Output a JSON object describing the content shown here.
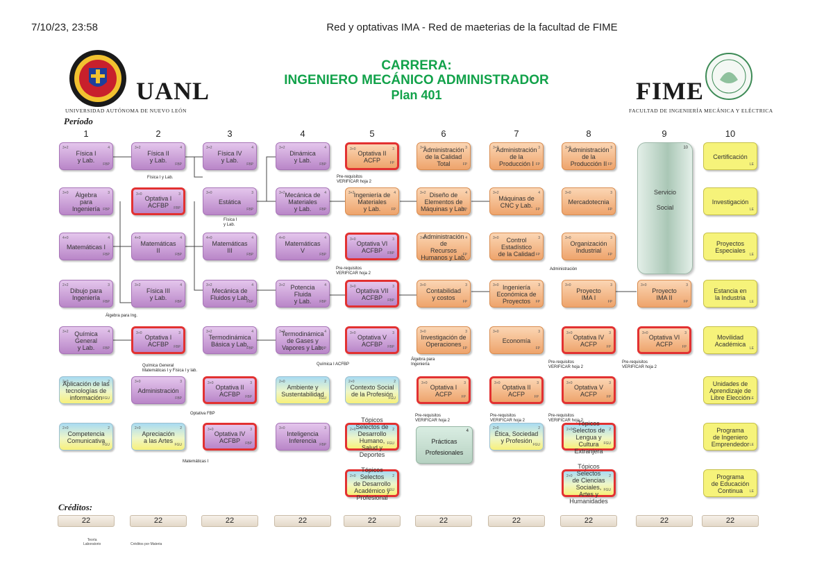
{
  "header": {
    "date": "7/10/23, 23:58",
    "title": "Red y optativas IMA - Red de maeterias de la facultad de FIME"
  },
  "career": {
    "line1": "CARRERA:",
    "line2": "INGENIERO MECÁNICO ADMINISTRADOR",
    "line3": "Plan 401"
  },
  "logos": {
    "left": {
      "word": "UANL",
      "sub": "UNIVERSIDAD AUTÓNOMA DE NUEVO LEÓN"
    },
    "right": {
      "word": "FIME",
      "sub": "FACULTAD DE INGENIERÍA MECÁNICA Y ELÉCTRICA"
    }
  },
  "labels": {
    "periodo": "Período",
    "creditos": "Créditos:"
  },
  "columns": [
    "1",
    "2",
    "3",
    "4",
    "5",
    "6",
    "7",
    "8",
    "9",
    "10"
  ],
  "subjects": [
    {
      "id": "c1-1",
      "text": "Física I\ny Lab.",
      "color": "purple",
      "code": "3+2",
      "cred": "4",
      "area": "FBP",
      "red": false
    },
    {
      "id": "c1-2",
      "text": "Álgebra\npara\nIngeniería",
      "color": "purple",
      "code": "3+0",
      "cred": "3",
      "area": "FBP",
      "red": false
    },
    {
      "id": "c1-3",
      "text": "Matemáticas I",
      "color": "purple",
      "code": "4+0",
      "cred": "4",
      "area": "FBP",
      "red": false
    },
    {
      "id": "c1-4",
      "text": "Dibujo para\nIngeniería",
      "color": "purple",
      "code": "2+2",
      "cred": "3",
      "area": "FBP",
      "red": false
    },
    {
      "id": "c1-5",
      "text": "Química\nGeneral\ny Lab.",
      "color": "purple",
      "code": "3+2",
      "cred": "4",
      "area": "FBP",
      "red": false
    },
    {
      "id": "c1-6",
      "text": "Aplicación de las\ntecnologías de\ninformación",
      "color": "yblue",
      "code": "2+0",
      "cred": "2",
      "area": "FGU",
      "red": false
    },
    {
      "id": "c1-7",
      "text": "Competencia\nComunicativa",
      "color": "yblue",
      "code": "2+0",
      "cred": "2",
      "area": "FGU",
      "red": false
    },
    {
      "id": "c2-1",
      "text": "Física II\ny Lab.",
      "color": "purple",
      "code": "3+2",
      "cred": "4",
      "area": "FBP",
      "red": false
    },
    {
      "id": "c2-2",
      "text": "Optativa I\nACFBP",
      "color": "purple",
      "code": "3+0",
      "cred": "3",
      "area": "FBP",
      "red": true
    },
    {
      "id": "c2-3",
      "text": "Matemáticas\nII",
      "color": "purple",
      "code": "4+0",
      "cred": "4",
      "area": "FBP",
      "red": false
    },
    {
      "id": "c2-4",
      "text": "Física III\ny Lab.",
      "color": "purple",
      "code": "3+2",
      "cred": "4",
      "area": "FBP",
      "red": false
    },
    {
      "id": "c2-5",
      "text": "Optativa I\nACFBP",
      "color": "purple",
      "code": "3+0",
      "cred": "3",
      "area": "FBP",
      "red": true
    },
    {
      "id": "c2-6",
      "text": "Administración",
      "color": "purple",
      "code": "3+0",
      "cred": "3",
      "area": "FBP",
      "red": false
    },
    {
      "id": "c2-7",
      "text": "Apreciación\na las Artes",
      "color": "yblue",
      "code": "2+0",
      "cred": "2",
      "area": "FGU",
      "red": false
    },
    {
      "id": "c3-1",
      "text": "Física IV\ny Lab.",
      "color": "purple",
      "code": "3+2",
      "cred": "4",
      "area": "FBP",
      "red": false
    },
    {
      "id": "c3-2",
      "text": "Estática",
      "color": "purple",
      "code": "3+0",
      "cred": "3",
      "area": "FBP",
      "red": false
    },
    {
      "id": "c3-3",
      "text": "Matemáticas\nIII",
      "color": "purple",
      "code": "4+0",
      "cred": "4",
      "area": "FBP",
      "red": false
    },
    {
      "id": "c3-4",
      "text": "Mecánica de\nFluidos y Lab.",
      "color": "purple",
      "code": "3+2",
      "cred": "4",
      "area": "FBP",
      "red": false
    },
    {
      "id": "c3-5",
      "text": "Termodinámica\nBásica y Lab.",
      "color": "purple",
      "code": "3+2",
      "cred": "4",
      "area": "FBP",
      "red": false
    },
    {
      "id": "c3-6",
      "text": "Optativa II\nACFBP",
      "color": "purple",
      "code": "3+0",
      "cred": "3",
      "area": "FBP",
      "red": true
    },
    {
      "id": "c3-7",
      "text": "Optativa IV\nACFBP",
      "color": "purple",
      "code": "3+0",
      "cred": "3",
      "area": "FBP",
      "red": true
    },
    {
      "id": "c4-1",
      "text": "Dinámica\ny Lab.",
      "color": "purple",
      "code": "3+2",
      "cred": "4",
      "area": "FBP",
      "red": false
    },
    {
      "id": "c4-2",
      "text": "Mecánica de\nMateriales\ny Lab.",
      "color": "purple",
      "code": "3+2",
      "cred": "4",
      "area": "FBP",
      "red": false
    },
    {
      "id": "c4-3",
      "text": "Matemáticas\nV",
      "color": "purple",
      "code": "4+0",
      "cred": "4",
      "area": "FBP",
      "red": false
    },
    {
      "id": "c4-4",
      "text": "Potencia\nFluida\ny Lab.",
      "color": "purple",
      "code": "3+2",
      "cred": "4",
      "area": "FBP",
      "red": false
    },
    {
      "id": "c4-5",
      "text": "Termodinámica\nde Gases y\nVapores y Lab.",
      "color": "purple",
      "code": "3+2",
      "cred": "4",
      "area": "FBP",
      "red": false
    },
    {
      "id": "c4-6",
      "text": "Ambiente y\nSustentabilidad",
      "color": "yblue",
      "code": "2+0",
      "cred": "2",
      "area": "FGU",
      "red": false
    },
    {
      "id": "c4-7",
      "text": "Inteligencia\nInferencia",
      "color": "purple",
      "code": "3+0",
      "cred": "3",
      "area": "FBP",
      "red": false
    },
    {
      "id": "c5-1",
      "text": "Optativa II\nACFP",
      "color": "orange",
      "code": "3+0",
      "cred": "3",
      "area": "FP",
      "red": true
    },
    {
      "id": "c5-2",
      "text": "Ingeniería de\nMateriales\ny Lab.",
      "color": "orange",
      "code": "3+2",
      "cred": "4",
      "area": "FP",
      "red": false
    },
    {
      "id": "c5-3",
      "text": "Optativa VI\nACFBP",
      "color": "purple",
      "code": "3+0",
      "cred": "3",
      "area": "FBP",
      "red": true
    },
    {
      "id": "c5-4",
      "text": "Optativa VII\nACFBP",
      "color": "purple",
      "code": "3+0",
      "cred": "3",
      "area": "FBP",
      "red": true
    },
    {
      "id": "c5-5",
      "text": "Optativa V\nACFBP",
      "color": "purple",
      "code": "3+0",
      "cred": "3",
      "area": "FBP",
      "red": true
    },
    {
      "id": "c5-6",
      "text": "Contexto Social\nde la Profesión",
      "color": "yblue",
      "code": "2+0",
      "cred": "2",
      "area": "FGU",
      "red": false
    },
    {
      "id": "c5-7",
      "text": "Tópicos Selectos de\nDesarrollo Humano,\nSalud y Deportes",
      "color": "yblue",
      "code": "2+0",
      "cred": "2",
      "area": "FGU",
      "red": true
    },
    {
      "id": "c5-8",
      "text": "Tópicos Selectos\nde Desarrollo\nAcadémico y\nProfesional",
      "color": "yblue",
      "code": "2+0",
      "cred": "2",
      "area": "FGU",
      "red": true
    },
    {
      "id": "c6-1",
      "text": "Administración\nde la Calidad\nTotal",
      "color": "orange",
      "code": "3+0",
      "cred": "3",
      "area": "FP",
      "red": false
    },
    {
      "id": "c6-2",
      "text": "Diseño de\nElementos de\nMáquinas y Lab.",
      "color": "orange",
      "code": "3+2",
      "cred": "4",
      "area": "FP",
      "red": false
    },
    {
      "id": "c6-3",
      "text": "Administración de\nRecursos\nHumanos y Lab.",
      "color": "orange",
      "code": "3+2",
      "cred": "4",
      "area": "FP",
      "red": false
    },
    {
      "id": "c6-4",
      "text": "Contabilidad\ny costos",
      "color": "orange",
      "code": "3+0",
      "cred": "3",
      "area": "FP",
      "red": false
    },
    {
      "id": "c6-5",
      "text": "Investigación de\nOperaciones",
      "color": "orange",
      "code": "3+0",
      "cred": "3",
      "area": "FP",
      "red": false
    },
    {
      "id": "c6-6",
      "text": "Optativa I\nACFP",
      "color": "orange",
      "code": "3+0",
      "cred": "3",
      "area": "FP",
      "red": true
    },
    {
      "id": "c7-1",
      "text": "Administración\nde la\nProducción I",
      "color": "orange",
      "code": "3+0",
      "cred": "3",
      "area": "FP",
      "red": false
    },
    {
      "id": "c7-2",
      "text": "Máquinas de\nCNC y Lab.",
      "color": "orange",
      "code": "3+2",
      "cred": "4",
      "area": "FP",
      "red": false
    },
    {
      "id": "c7-3",
      "text": "Control Estadístico\nde la Calidad",
      "color": "orange",
      "code": "3+0",
      "cred": "3",
      "area": "FP",
      "red": false
    },
    {
      "id": "c7-4",
      "text": "Ingeniería\nEconómica de\nProyectos",
      "color": "orange",
      "code": "3+0",
      "cred": "3",
      "area": "FP",
      "red": false
    },
    {
      "id": "c7-5",
      "text": "Economía",
      "color": "orange",
      "code": "3+0",
      "cred": "3",
      "area": "FP",
      "red": false
    },
    {
      "id": "c7-6",
      "text": "Optativa II\nACFP",
      "color": "orange",
      "code": "3+0",
      "cred": "3",
      "area": "FP",
      "red": true
    },
    {
      "id": "c7-7",
      "text": "Ética, Sociedad\ny Profesión",
      "color": "yblue",
      "code": "2+0",
      "cred": "2",
      "area": "FGU",
      "red": false
    },
    {
      "id": "c8-1",
      "text": "Administración\nde la\nProducción II",
      "color": "orange",
      "code": "3+0",
      "cred": "3",
      "area": "FP",
      "red": false
    },
    {
      "id": "c8-2",
      "text": "Mercadotecnia",
      "color": "orange",
      "code": "3+0",
      "cred": "3",
      "area": "FP",
      "red": false
    },
    {
      "id": "c8-3",
      "text": "Organización\nIndustrial",
      "color": "orange",
      "code": "3+0",
      "cred": "3",
      "area": "FP",
      "red": false
    },
    {
      "id": "c8-4",
      "text": "Proyecto\nIMA I",
      "color": "orange",
      "code": "3+0",
      "cred": "3",
      "area": "FP",
      "red": false
    },
    {
      "id": "c8-5",
      "text": "Optativa IV\nACFP",
      "color": "orange",
      "code": "3+0",
      "cred": "3",
      "area": "FP",
      "red": true
    },
    {
      "id": "c8-6",
      "text": "Optativa V\nACFP",
      "color": "orange",
      "code": "3+0",
      "cred": "3",
      "area": "FP",
      "red": true
    },
    {
      "id": "c8-7",
      "text": "Tópicos Selectos de\nLengua y\nCultura Extranjera",
      "color": "yblue",
      "code": "2+0",
      "cred": "2",
      "area": "FGU",
      "red": true
    },
    {
      "id": "c8-8",
      "text": "Tópicos Selectos\nde Ciencias Sociales,\nArtes y Humanidades",
      "color": "yblue",
      "code": "2+0",
      "cred": "2",
      "area": "FGU",
      "red": true
    },
    {
      "id": "c9-1",
      "text": "Proyecto\nIMA II",
      "color": "orange",
      "code": "3+0",
      "cred": "3",
      "area": "FP",
      "red": false
    },
    {
      "id": "c9-2",
      "text": "Optativa VI\nACFP",
      "color": "orange",
      "code": "3+0",
      "cred": "3",
      "area": "FP",
      "red": true
    },
    {
      "id": "c10-1",
      "text": "Certificación",
      "color": "yellow",
      "code": "",
      "cred": "",
      "area": "LE",
      "red": false
    },
    {
      "id": "c10-2",
      "text": "Investigación",
      "color": "yellow",
      "code": "",
      "cred": "",
      "area": "LE",
      "red": false
    },
    {
      "id": "c10-3",
      "text": "Proyectos\nEspeciales",
      "color": "yellow",
      "code": "",
      "cred": "",
      "area": "LE",
      "red": false
    },
    {
      "id": "c10-4",
      "text": "Estancia en\nla Industria",
      "color": "yellow",
      "code": "",
      "cred": "",
      "area": "LE",
      "red": false
    },
    {
      "id": "c10-5",
      "text": "Movilidad\nAcadémica",
      "color": "yellow",
      "code": "",
      "cred": "",
      "area": "LE",
      "red": false
    },
    {
      "id": "c10-6",
      "text": "Unidades de\nAprendizaje de\nLibre Elección",
      "color": "yellow",
      "code": "",
      "cred": "",
      "area": "LE",
      "red": false
    },
    {
      "id": "c10-7",
      "text": "Programa\nde Ingeniero\nEmprendedor",
      "color": "yellow",
      "code": "",
      "cred": "",
      "area": "LE",
      "red": false
    },
    {
      "id": "c10-8",
      "text": "Programa\nde Educación\nContinua",
      "color": "yellow",
      "code": "",
      "cred": "",
      "area": "LE",
      "red": false
    }
  ],
  "service": {
    "line1": "Servicio",
    "line2": "Social",
    "cred": "10"
  },
  "practice": {
    "line1": "Prácticas",
    "line2": "Profesionales",
    "cred": "4"
  },
  "notes": [
    {
      "id": "n1",
      "text": "Física I y Lab."
    },
    {
      "id": "n2",
      "text": "Física I\ny Lab."
    },
    {
      "id": "n3",
      "text": "Pre-requisitos\nVERIFICAR hoja 2"
    },
    {
      "id": "n4",
      "text": "Pre-requisitos\nVERIFICAR hoja 2"
    },
    {
      "id": "n5",
      "text": "Álgebra para Ing."
    },
    {
      "id": "n6",
      "text": "Química General\nMatemáticas I y Física I y lab."
    },
    {
      "id": "n7",
      "text": "Química I ACFBP"
    },
    {
      "id": "n8",
      "text": "Álgebra para\nIngeniería"
    },
    {
      "id": "n9",
      "text": "Administración"
    },
    {
      "id": "n10",
      "text": "Pre-requisitos\nVERIFICAR hoja 2"
    },
    {
      "id": "n11",
      "text": "Pre-requisitos\nVERIFICAR hoja 2"
    },
    {
      "id": "n12",
      "text": "Optativa FBP"
    },
    {
      "id": "n13",
      "text": "Matemáticas I"
    },
    {
      "id": "n14",
      "text": "Pre-requisitos\nVERIFICAR hoja 2"
    },
    {
      "id": "n15",
      "text": "Pre-requisitos\nVERIFICAR hoja 2"
    },
    {
      "id": "n16",
      "text": "Pre-requisitos\nVERIFICAR hoja 2"
    }
  ],
  "credits": [
    "22",
    "22",
    "22",
    "22",
    "22",
    "22",
    "22",
    "22",
    "22",
    "22"
  ],
  "legend": {
    "a": "Teoría\nLaboratorio",
    "b": "Créditos por Materia"
  },
  "colors": {
    "career_green": "#12a24a",
    "red_border": "#e23131",
    "purple": "#c79ad6",
    "orange": "#f3b27f",
    "yellow": "#f6f37a"
  }
}
